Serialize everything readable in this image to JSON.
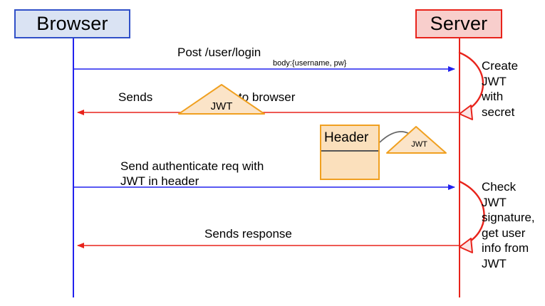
{
  "diagram": {
    "title": "JWT Authentication Sequence Diagram",
    "participants": [
      {
        "id": "browser",
        "label": "Browser",
        "fill": "#dae3f3",
        "stroke": "#3050c8",
        "lifeline_color": "#2222ee"
      },
      {
        "id": "server",
        "label": "Server",
        "fill": "#f8cecc",
        "stroke": "#e8231b",
        "lifeline_color": "#e8231b"
      }
    ],
    "messages": [
      {
        "id": "post-login",
        "from": "browser",
        "to": "server",
        "direction": "right",
        "color": "#2222ee",
        "label": "Post /user/login",
        "sub_label": "body:{username, pw}"
      },
      {
        "id": "sends-jwt",
        "from": "server",
        "to": "browser",
        "direction": "left",
        "color": "#e8231b",
        "label_prefix": "Sends",
        "label_suffix": "to browser"
      },
      {
        "id": "send-authenticate",
        "from": "browser",
        "to": "server",
        "direction": "right",
        "color": "#2222ee",
        "label": "Send authenticate req with\nJWT in header"
      },
      {
        "id": "sends-response",
        "from": "server",
        "to": "browser",
        "direction": "left",
        "color": "#e8231b",
        "label": "Sends response"
      }
    ],
    "self_notes": [
      {
        "id": "create-jwt",
        "on": "server",
        "color": "#e8231b",
        "text": "Create\nJWT\nwith\nsecret"
      },
      {
        "id": "check-jwt",
        "on": "server",
        "color": "#e8231b",
        "text": "Check\nJWT\nsignature,\nget user\ninfo from\nJWT"
      }
    ],
    "artifacts": [
      {
        "id": "jwt-token-large",
        "shape": "triangle",
        "label": "JWT",
        "fill": "#fbe4c8",
        "stroke": "#f0a020"
      },
      {
        "id": "http-header",
        "shape": "rectangle",
        "label": "Header",
        "fill": "#fbe0bc",
        "stroke": "#f0a020"
      },
      {
        "id": "jwt-token-small",
        "shape": "triangle",
        "label": "JWT",
        "fill": "#fbe4c8",
        "stroke": "#f0a020"
      }
    ],
    "connector": {
      "id": "header-to-jwt",
      "from": "http-header",
      "to": "jwt-token-small",
      "color": "#666666"
    }
  }
}
